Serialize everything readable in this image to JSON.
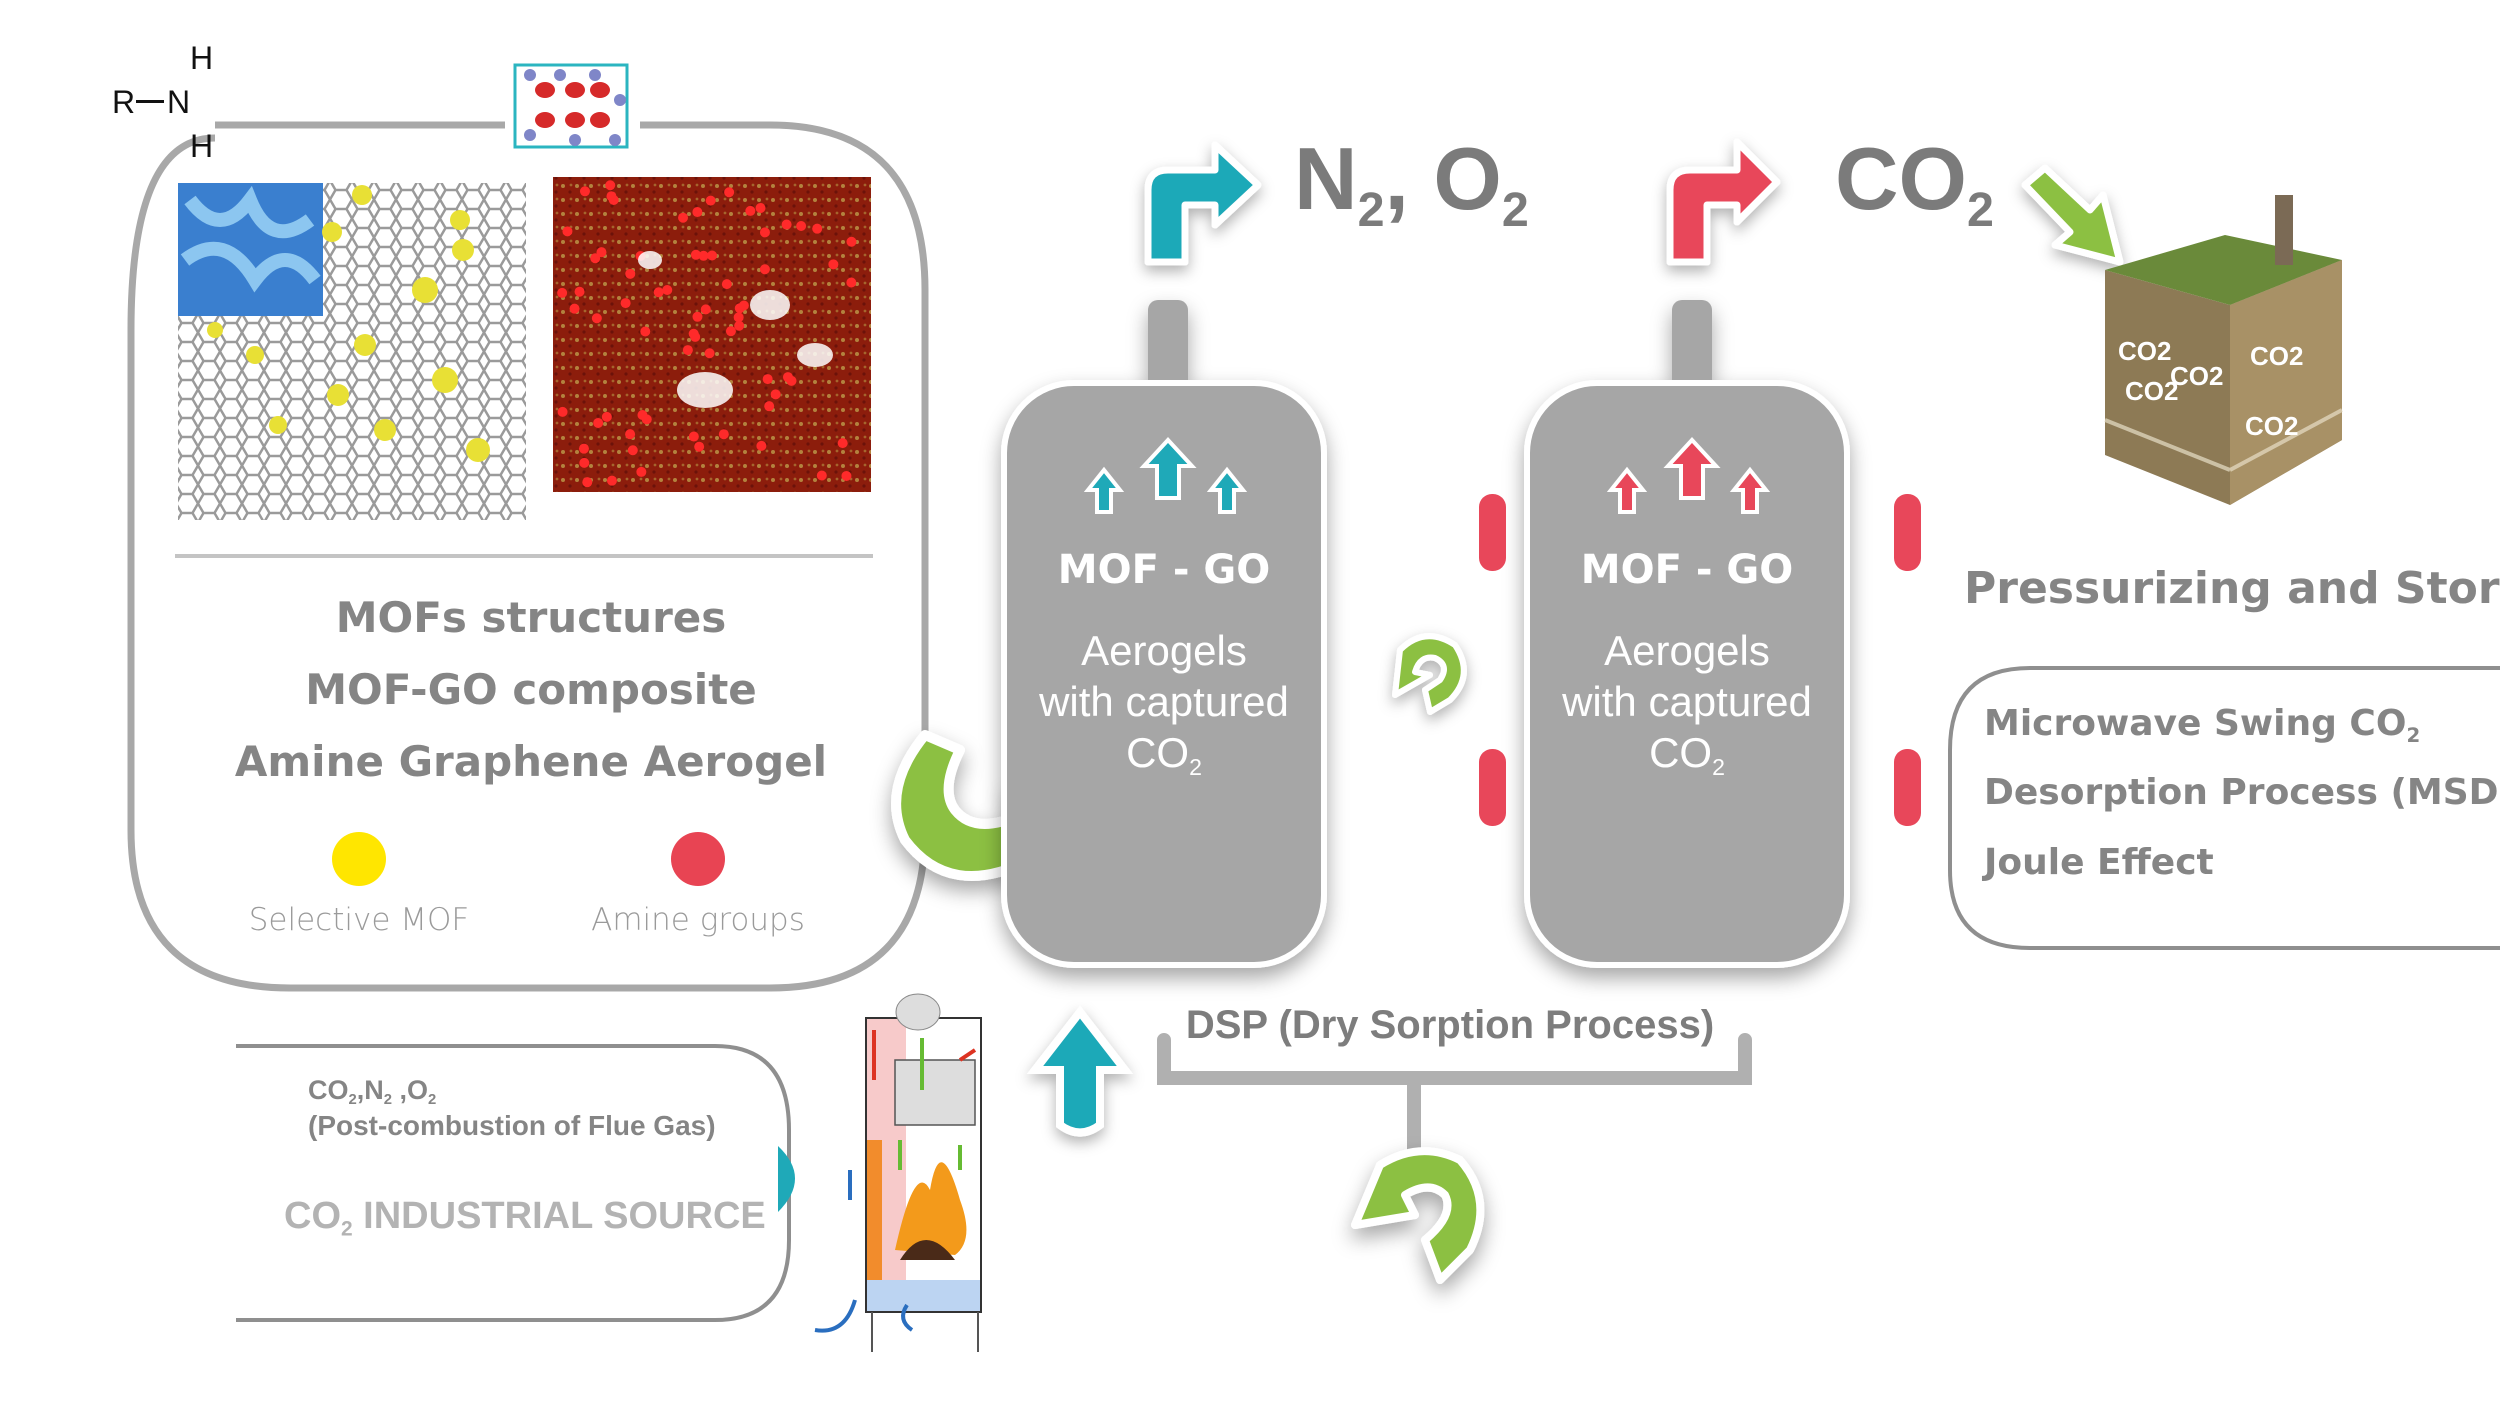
{
  "amine_formula": {
    "r": "R",
    "n": "N",
    "h_top": "H",
    "h_bottom": "H"
  },
  "left_panel": {
    "titles": [
      "MOFs structures",
      "MOF-GO composite",
      "Amine Graphene Aerogel"
    ],
    "legend": [
      {
        "label": "Selective MOF",
        "color": "#ffe600"
      },
      {
        "label": "Amine groups",
        "color": "#e84453"
      }
    ]
  },
  "source_panel": {
    "gases": {
      "co": "CO",
      "sub1": "2",
      "n": ",N",
      "sub2": "2",
      "o": " ,O",
      "sub3": "2"
    },
    "subtitle": "(Post-combustion of Flue Gas)",
    "source": {
      "co": "CO",
      "sub": "2",
      "rest": " INDUSTRIAL SOURCE"
    }
  },
  "tanks": [
    {
      "title": "MOF - GO",
      "line1": "Aerogels",
      "line2": "with captured",
      "co": "CO",
      "sub": "2",
      "accent": "#1fa9b8"
    },
    {
      "title": "MOF - GO",
      "line1": "Aerogels",
      "line2": "with captured",
      "co": "CO",
      "sub": "2",
      "accent": "#e8475a"
    }
  ],
  "outputs": {
    "n2o2": {
      "n": "N",
      "sub1": "2",
      "sep": ", O",
      "sub2": "2"
    },
    "co2": {
      "co": "CO",
      "sub": "2"
    }
  },
  "dsp_label": "DSP (Dry Sorption Process)",
  "storage": {
    "title": "Pressurizing and Storage",
    "soil_labels": [
      "CO2",
      "CO2",
      "CO2",
      "CO2",
      "CO2"
    ],
    "lines": [
      {
        "text": "Microwave Swing CO",
        "sub": "2"
      },
      {
        "text": "Desorption Process (MSD)"
      },
      {
        "text": "Joule Effect"
      }
    ]
  },
  "colors": {
    "teal": "#1fa9b8",
    "red": "#e8475a",
    "green": "#8cc043",
    "tank": "#a6a6a6",
    "text": "#868686"
  }
}
